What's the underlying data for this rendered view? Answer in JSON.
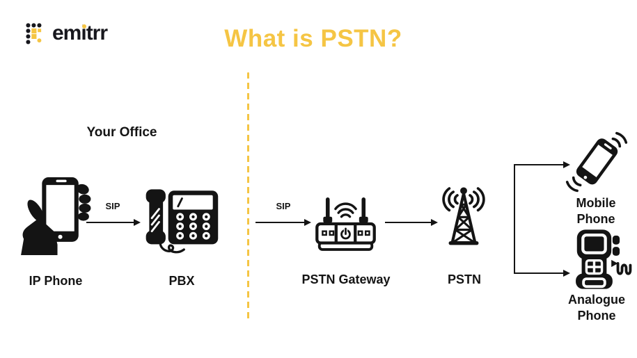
{
  "colors": {
    "accent": "#F5C544",
    "ink": "#141414"
  },
  "header": {
    "logo_text": "emitrr",
    "title": "What is PSTN?"
  },
  "diagram": {
    "office_label": "Your Office",
    "arrow_labels": {
      "sip_left": "SIP",
      "sip_right": "SIP"
    },
    "nodes": {
      "ip_phone": "IP Phone",
      "pbx": "PBX",
      "pstn_gateway": "PSTN Gateway",
      "pstn": "PSTN",
      "mobile_phone": "Mobile Phone",
      "analogue_phone": "Analogue Phone"
    }
  }
}
